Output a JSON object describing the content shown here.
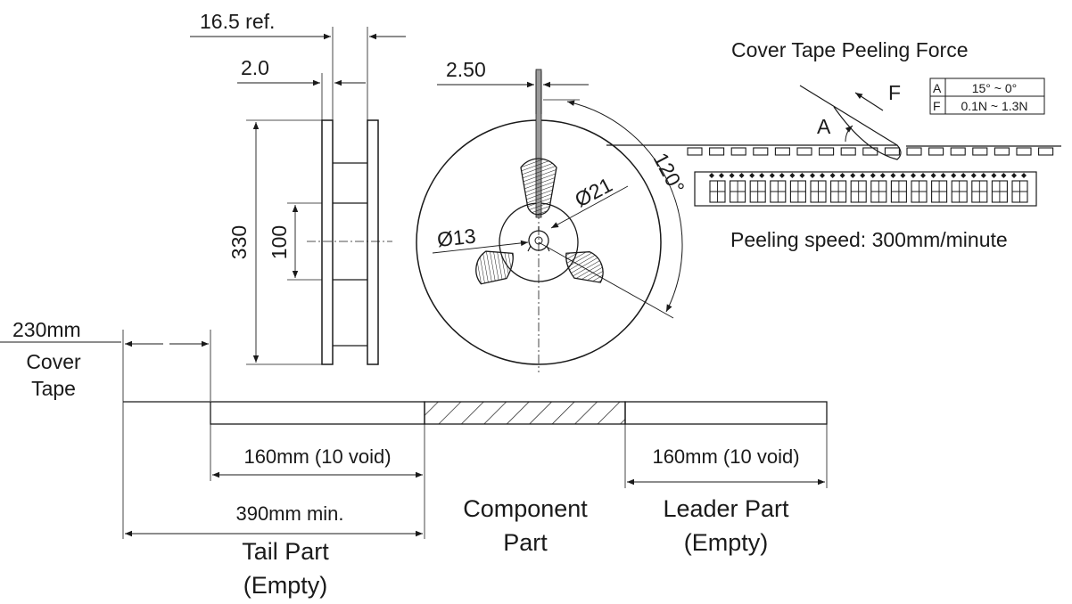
{
  "reel_side": {
    "dim_16_5": "16.5 ref.",
    "dim_2_0": "2.0",
    "dim_330": "330",
    "dim_100": "100"
  },
  "reel_front": {
    "dim_2_50": "2.50",
    "dim_d21": "Ø21",
    "dim_d13": "Ø13",
    "angle_120": "120°"
  },
  "peeling": {
    "title": "Cover Tape Peeling Force",
    "label_A": "A",
    "label_F": "F",
    "table": [
      {
        "key": "A",
        "value": "15° ~ 0°"
      },
      {
        "key": "F",
        "value": "0.1N ~ 1.3N"
      }
    ],
    "speed": "Peeling speed: 300mm/minute"
  },
  "tape": {
    "cover_len": "230mm",
    "cover_label_1": "Cover",
    "cover_label_2": "Tape",
    "tail_void": "160mm (10 void)",
    "leader_void": "160mm (10 void)",
    "tail_min": "390mm min.",
    "component_1": "Component",
    "component_2": "Part",
    "leader_1": "Leader Part",
    "leader_2": "(Empty)",
    "tail_1": "Tail Part",
    "tail_2": "(Empty)"
  }
}
